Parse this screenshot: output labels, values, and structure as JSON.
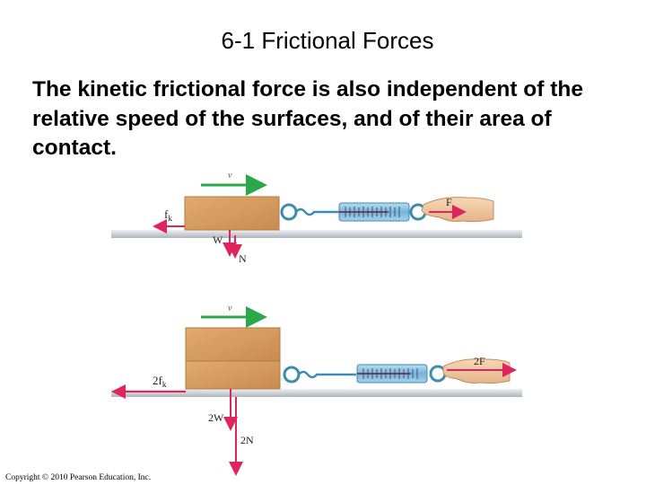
{
  "slide": {
    "title": "6-1 Frictional Forces",
    "body": "The kinetic frictional force is also independent of the relative speed of the surfaces, and of their area of contact.",
    "copyright": "Copyright © 2010 Pearson Education, Inc."
  },
  "figure": {
    "top_panel": {
      "velocity_label": "v",
      "friction_label": "f",
      "friction_subscript": "k",
      "weight_label": "W",
      "normal_label": "N",
      "applied_force_label": "F"
    },
    "bottom_panel": {
      "velocity_label": "v",
      "friction_coefficient": "2",
      "friction_label": "f",
      "friction_subscript": "k",
      "weight_label": "2W",
      "normal_label": "2N",
      "applied_force_label": "2F"
    },
    "colors": {
      "box": "#d49a5e",
      "box_shadow": "#b27a43",
      "surface": "#c7ccd4",
      "force_arrow": "#e0245e",
      "velocity_arrow": "#2aa84a",
      "spring_scale": "#7fbde0",
      "hook": "#3d8bb0"
    }
  }
}
